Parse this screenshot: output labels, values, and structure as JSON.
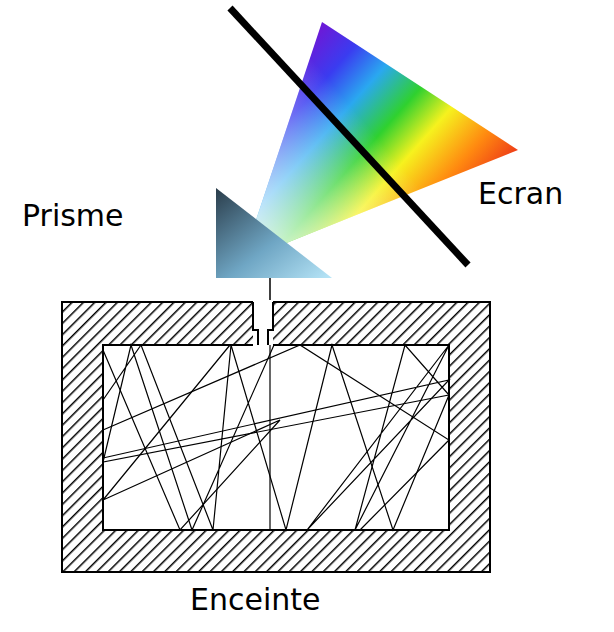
{
  "diagram": {
    "labels": [
      "Prisme",
      "Ecran",
      "Enceinte"
    ]
  }
}
